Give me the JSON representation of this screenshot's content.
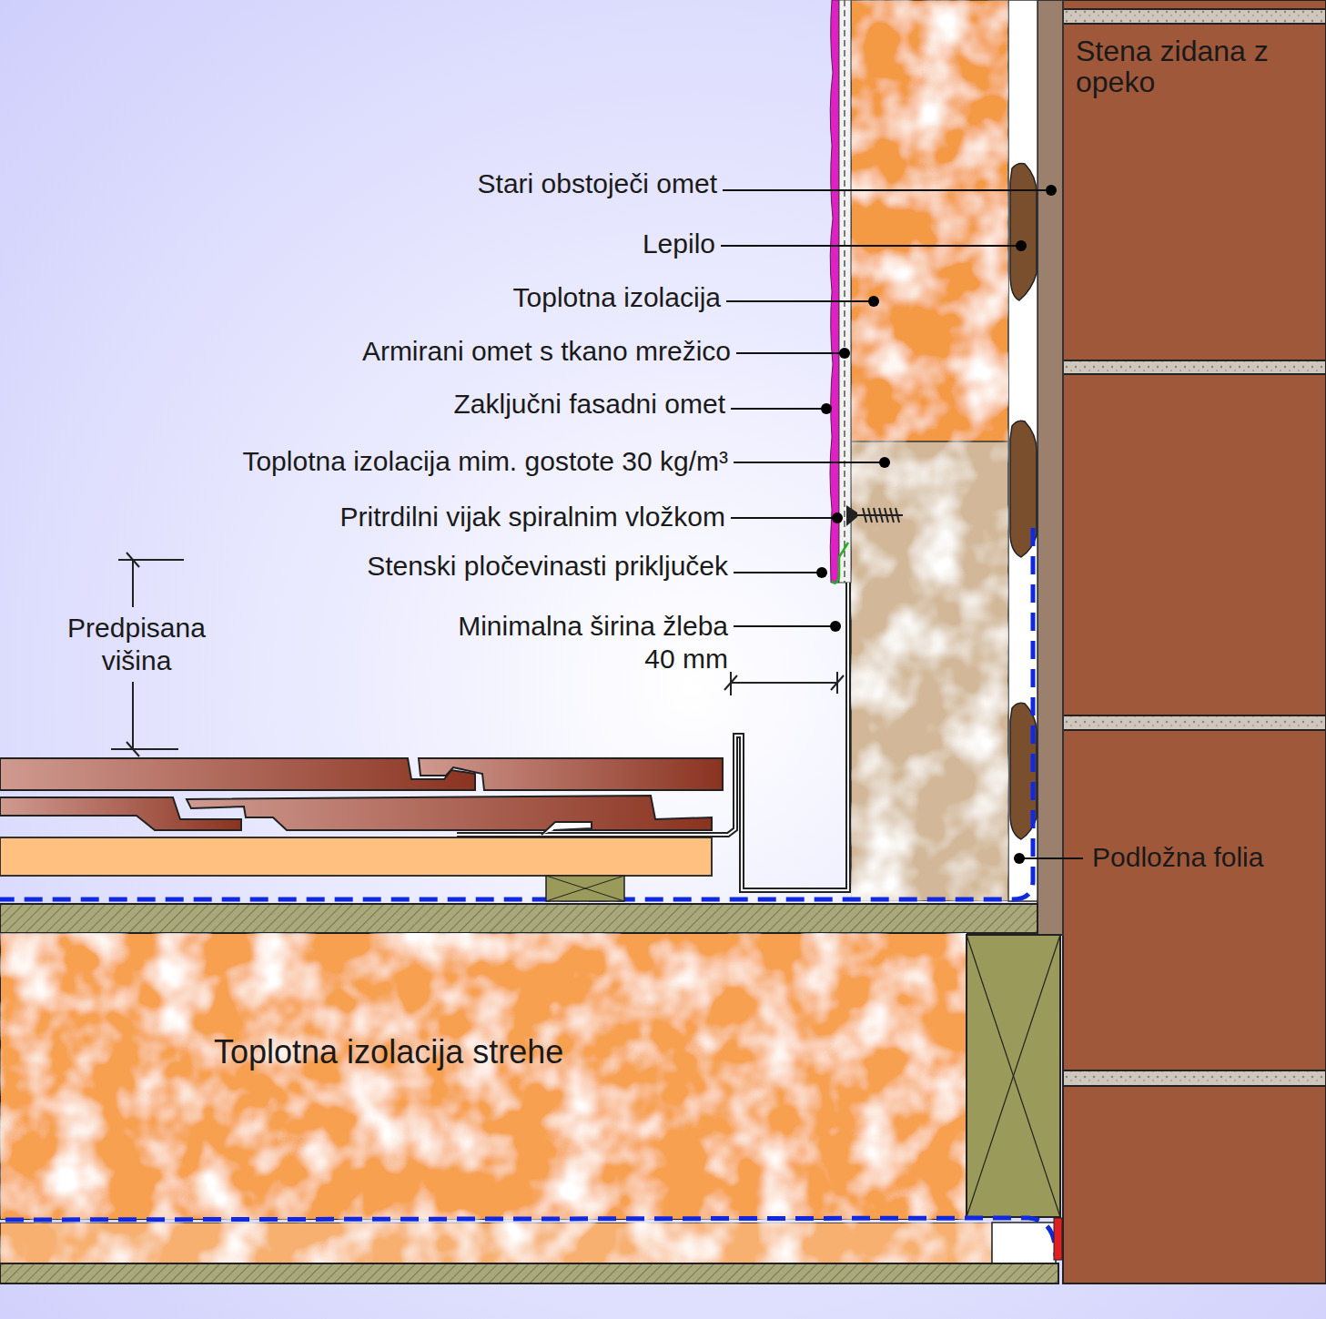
{
  "diagram": {
    "nodes": [
      {
        "text": [
          "Stena zidana z opeko"
        ]
      },
      {
        "text": [
          "Toplotna izolacija strehe"
        ]
      }
    ],
    "labels": [
      "Stari obstoječi omet",
      "Lepilo",
      "Toplotna izolacija",
      "Armirani omet s tkano mrežico",
      "Zaključni fasadni omet",
      "Toplotna izolacija mim. gostote 30 kg/m³",
      "Pritrdilni vijak spiralnim vložkom",
      "Stenski pločevinasti priključek",
      "Predpisana višina",
      "Minimalna širina žleba 40 mm",
      "Podložna folia"
    ]
  }
}
